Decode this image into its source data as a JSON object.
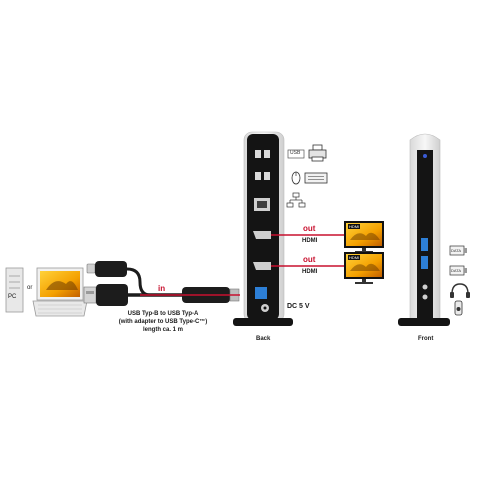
{
  "labels": {
    "pc": "PC",
    "or": "or",
    "in": "in",
    "out_1": "out",
    "out_2": "out",
    "hdmi_1": "HDMI",
    "hdmi_2": "HDMI",
    "cable_line_1": "USB Typ-B to USB Typ-A",
    "cable_line_2": "(with adapter to USB Type-C™)",
    "cable_line_3": "length ca. 1 m",
    "dc": "DC 5 V",
    "back": "Back",
    "front": "Front"
  },
  "icons": {
    "usb": "USB",
    "data_1": "DATA",
    "data_2": "DATA",
    "monitor_badge": "HDMI"
  },
  "colors": {
    "accent_red": "#c8102e",
    "dock_black": "#141414",
    "dock_white": "#eeeeee",
    "usb3_blue": "#2d7fd6"
  }
}
